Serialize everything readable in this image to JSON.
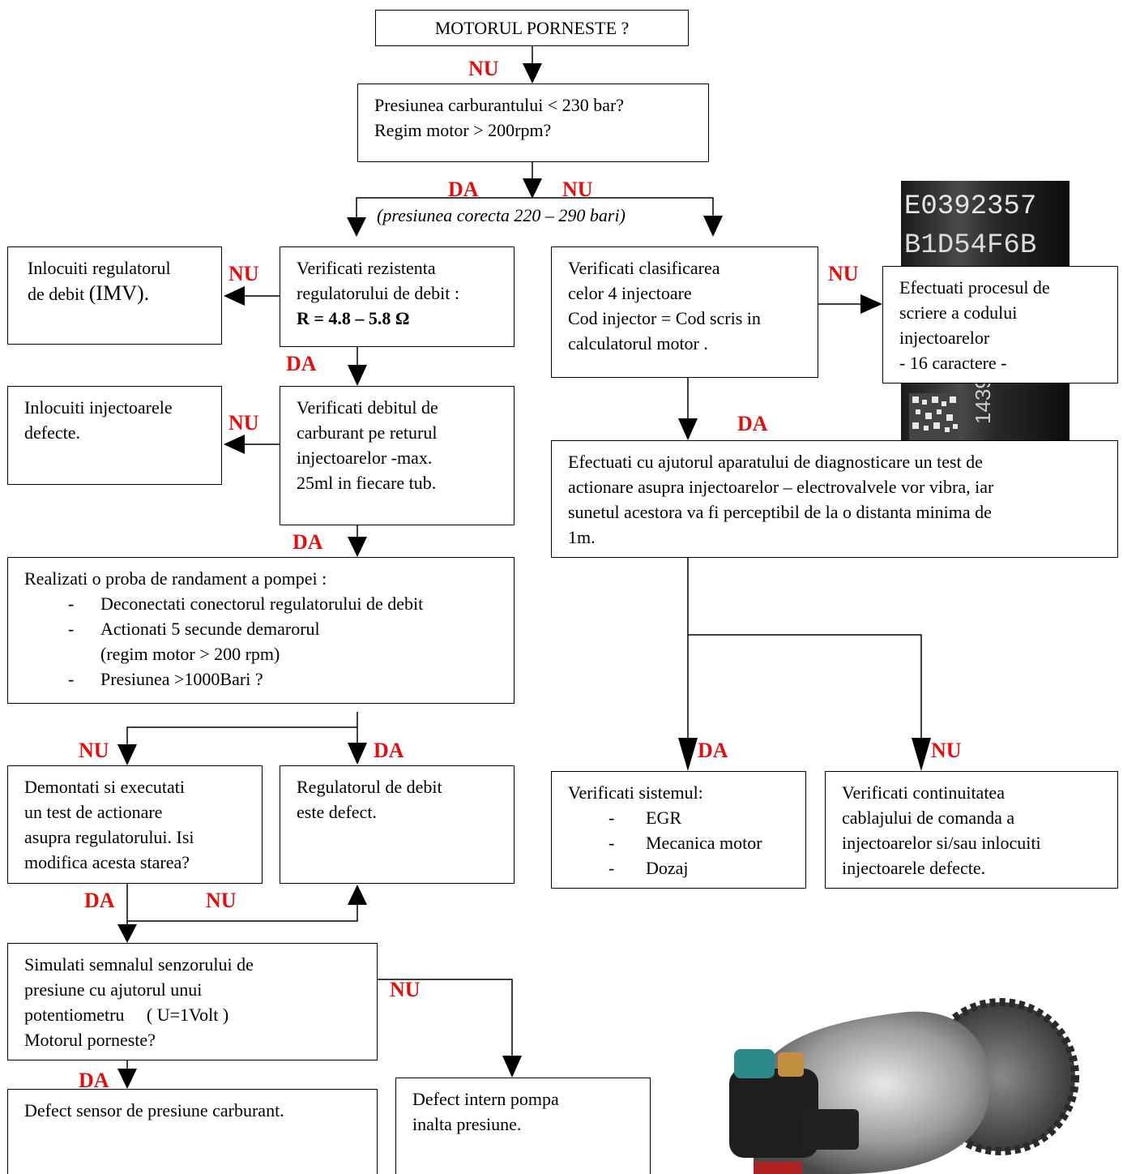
{
  "nodes": {
    "start": "MOTORUL PORNESTE ?",
    "pressure_check": [
      "Presiunea carburantului  < 230 bar?",
      "Regim motor > 200rpm?"
    ],
    "pressure_note": "(presiunea corecta 220 – 290 bari)",
    "replace_imv": {
      "line1": "Inlocuiti regulatorul",
      "line2_a": "de debit ",
      "line2_b": "(IMV)."
    },
    "check_resistance": {
      "lines": [
        "Verificati rezistenta",
        "regulatorului de debit :"
      ],
      "formula": "R = 4.8 – 5.8 Ω"
    },
    "check_classification": [
      "Verificati  clasificarea",
      "celor 4 injectoare",
      "Cod injector = Cod scris in",
      "calculatorul motor ."
    ],
    "write_code": [
      "Efectuati procesul de",
      "scriere a codului",
      "injectoarelor",
      "- 16 caractere -"
    ],
    "replace_injectors": [
      "Inlocuiti injectoarele",
      "defecte."
    ],
    "check_return_flow": [
      "Verificati  debitul de",
      "carburant pe returul",
      "injectoarelor -max.",
      "25ml in fiecare tub."
    ],
    "actuation_test": [
      "Efectuati cu ajutorul aparatului de diagnosticare  un test de",
      "actionare asupra injectoarelor – electrovalvele vor vibra, iar",
      "sunetul acestora va fi perceptibil de la o distanta minima de",
      "1m."
    ],
    "pump_test": {
      "title": "Realizati o proba de randament a pompei :",
      "bullet": "-",
      "items": [
        "Deconectati conectorul regulatorului de debit",
        "Actionati 5 secunde demarorul",
        "(regim motor > 200 rpm)",
        "Presiunea  >1000Bari ?"
      ]
    },
    "check_system": {
      "title": "Verificati sistemul:",
      "bullet": "-",
      "items": [
        "EGR",
        "Mecanica motor",
        "Dozaj"
      ]
    },
    "check_wiring": [
      "Verificati continuitatea",
      "cablajului de comanda a",
      "injectoarelor si/sau inlocuiti",
      "injectoarele defecte."
    ],
    "dismount_test": [
      "Demontati si executati",
      "un test de actionare",
      "asupra regulatorului. Isi",
      "modifica acesta starea?"
    ],
    "regulator_defect": [
      "Regulatorul de debit",
      "este defect."
    ],
    "simulate_sensor": [
      "Simulati semnalul senzorului de",
      "presiune cu ajutorul unui",
      "potentiometru     ( U=1Volt )",
      "Motorul porneste?"
    ],
    "sensor_defect": "Defect sensor de presiune carburant.",
    "pump_defect": [
      "Defect intern pompa",
      "inalta presiune."
    ]
  },
  "labels": {
    "yes": "DA",
    "no": "NU"
  },
  "injector_photo_text": [
    "E0392357",
    "B1D54F6B",
    "1439"
  ],
  "colors": {
    "label_red": "#e01010",
    "line": "#000000"
  }
}
